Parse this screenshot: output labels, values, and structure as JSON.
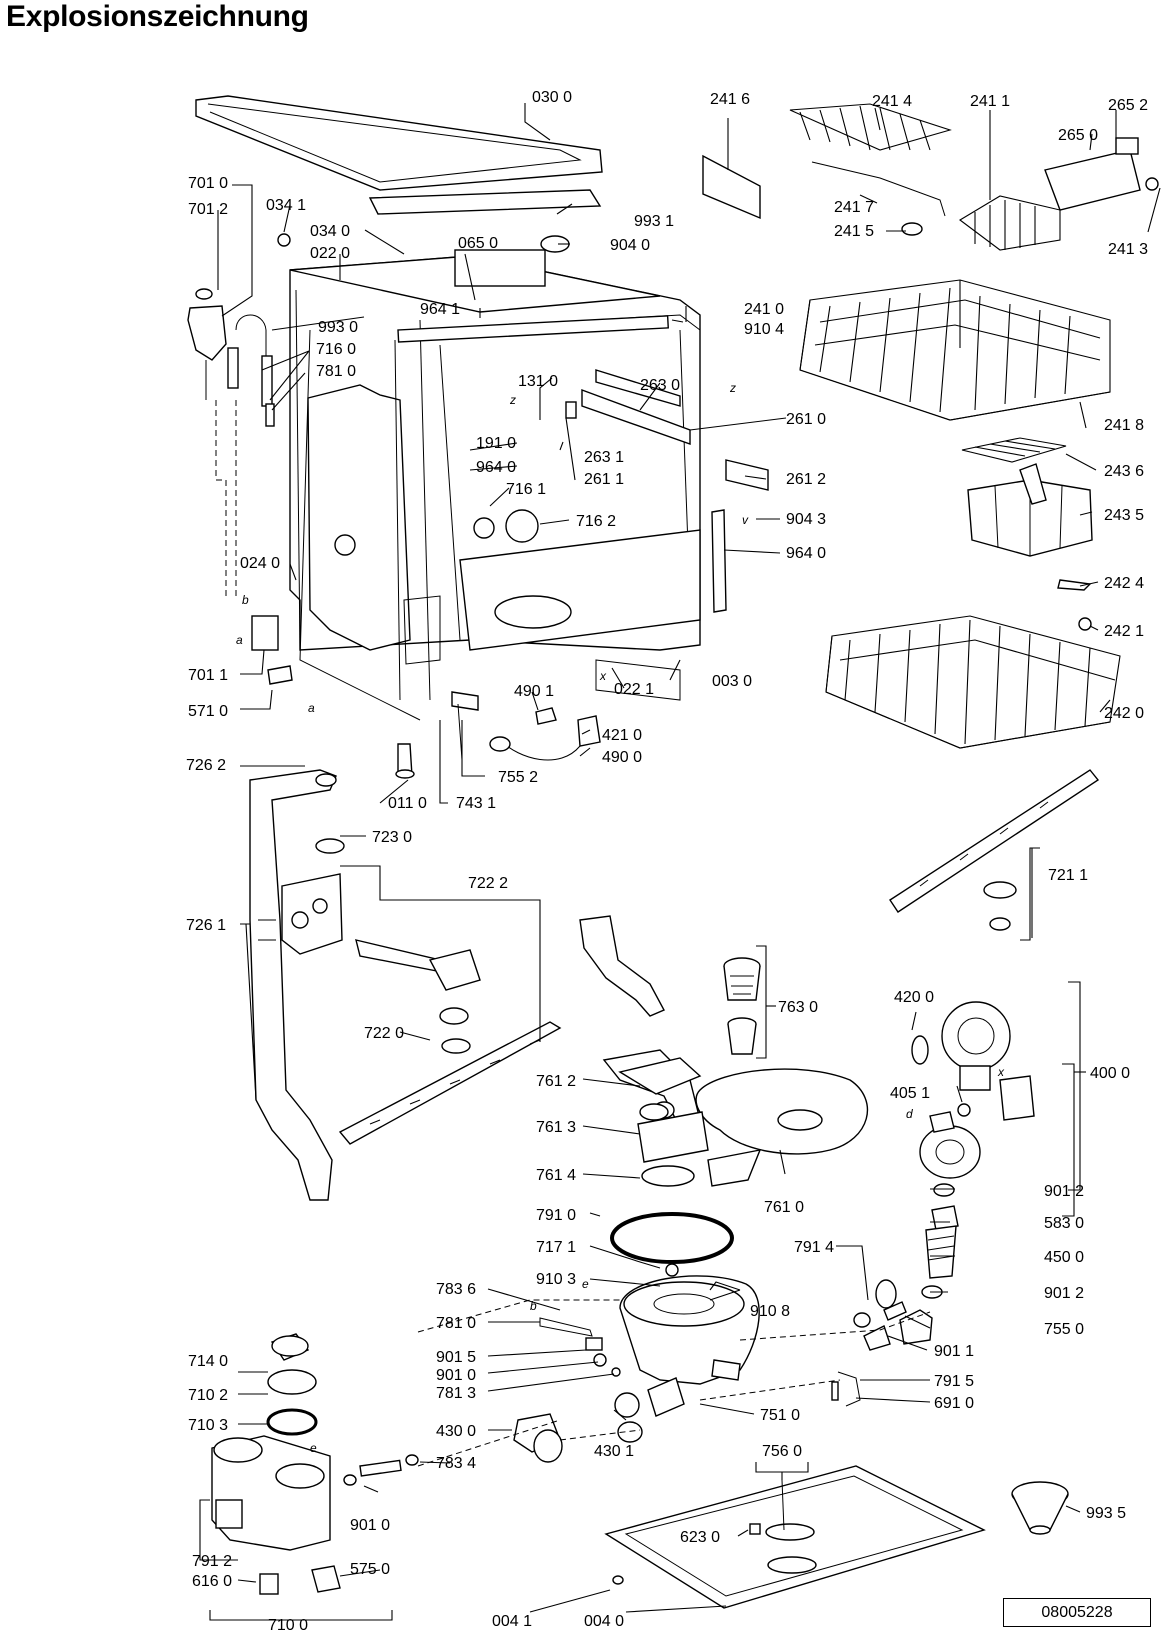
{
  "title": "Explosionszeichnung",
  "document_number": "08005228",
  "callouts": [
    {
      "id": "030",
      "text": "030 0"
    },
    {
      "id": "2416",
      "text": "241 6"
    },
    {
      "id": "2414",
      "text": "241 4"
    },
    {
      "id": "2411",
      "text": "241 1"
    },
    {
      "id": "2652",
      "text": "265 2"
    },
    {
      "id": "2650",
      "text": "265 0"
    },
    {
      "id": "7010",
      "text": "701 0"
    },
    {
      "id": "7012",
      "text": "701 2"
    },
    {
      "id": "0341",
      "text": "034 1"
    },
    {
      "id": "9931",
      "text": "993 1"
    },
    {
      "id": "2417",
      "text": "241 7"
    },
    {
      "id": "2415",
      "text": "241 5"
    },
    {
      "id": "2413",
      "text": "241 3"
    },
    {
      "id": "0340",
      "text": "034 0"
    },
    {
      "id": "0220",
      "text": "022 0"
    },
    {
      "id": "0650",
      "text": "065 0"
    },
    {
      "id": "9040",
      "text": "904 0"
    },
    {
      "id": "9641",
      "text": "964 1"
    },
    {
      "id": "2410",
      "text": "241 0"
    },
    {
      "id": "9104",
      "text": "910 4"
    },
    {
      "id": "9930",
      "text": "993 0"
    },
    {
      "id": "7160",
      "text": "716 0"
    },
    {
      "id": "7810",
      "text": "781 0"
    },
    {
      "id": "1310",
      "text": "131 0"
    },
    {
      "id": "2630",
      "text": "263 0"
    },
    {
      "id": "2610",
      "text": "261 0"
    },
    {
      "id": "2418",
      "text": "241 8"
    },
    {
      "id": "1910",
      "text": "191 0"
    },
    {
      "id": "9640a",
      "text": "964 0"
    },
    {
      "id": "2631",
      "text": "263 1"
    },
    {
      "id": "2611",
      "text": "261 1"
    },
    {
      "id": "2612",
      "text": "261 2"
    },
    {
      "id": "2436",
      "text": "243 6"
    },
    {
      "id": "7161",
      "text": "716 1"
    },
    {
      "id": "7162",
      "text": "716 2"
    },
    {
      "id": "9043",
      "text": "904 3"
    },
    {
      "id": "2435",
      "text": "243 5"
    },
    {
      "id": "9640b",
      "text": "964 0"
    },
    {
      "id": "0240",
      "text": "024 0"
    },
    {
      "id": "2424",
      "text": "242 4"
    },
    {
      "id": "2421",
      "text": "242 1"
    },
    {
      "id": "7011",
      "text": "701 1"
    },
    {
      "id": "0030",
      "text": "003 0"
    },
    {
      "id": "4901a",
      "text": "490 1"
    },
    {
      "id": "0221",
      "text": "022 1"
    },
    {
      "id": "5710",
      "text": "571 0"
    },
    {
      "id": "4210",
      "text": "421 0"
    },
    {
      "id": "4900",
      "text": "490 0"
    },
    {
      "id": "2420",
      "text": "242 0"
    },
    {
      "id": "7262",
      "text": "726 2"
    },
    {
      "id": "7552",
      "text": "755 2"
    },
    {
      "id": "0110",
      "text": "011 0"
    },
    {
      "id": "7431",
      "text": "743 1"
    },
    {
      "id": "7230",
      "text": "723 0"
    },
    {
      "id": "7222",
      "text": "722 2"
    },
    {
      "id": "7211",
      "text": "721 1"
    },
    {
      "id": "7261",
      "text": "726 1"
    },
    {
      "id": "7630",
      "text": "763 0"
    },
    {
      "id": "4200",
      "text": "420 0"
    },
    {
      "id": "7220",
      "text": "722 0"
    },
    {
      "id": "4000",
      "text": "400 0"
    },
    {
      "id": "7612",
      "text": "761 2"
    },
    {
      "id": "4051",
      "text": "405 1"
    },
    {
      "id": "7613",
      "text": "761 3"
    },
    {
      "id": "7614",
      "text": "761 4"
    },
    {
      "id": "7610",
      "text": "761 0"
    },
    {
      "id": "9012a",
      "text": "901 2"
    },
    {
      "id": "7910",
      "text": "791 0"
    },
    {
      "id": "5830",
      "text": "583 0"
    },
    {
      "id": "7171",
      "text": "717 1"
    },
    {
      "id": "7914",
      "text": "791 4"
    },
    {
      "id": "4500",
      "text": "450 0"
    },
    {
      "id": "9103",
      "text": "910 3"
    },
    {
      "id": "7836",
      "text": "783 6"
    },
    {
      "id": "9108",
      "text": "910 8"
    },
    {
      "id": "9012b",
      "text": "901 2"
    },
    {
      "id": "7810b",
      "text": "781 0"
    },
    {
      "id": "7550",
      "text": "755 0"
    },
    {
      "id": "7140",
      "text": "714 0"
    },
    {
      "id": "9015",
      "text": "901 5"
    },
    {
      "id": "9011",
      "text": "901 1"
    },
    {
      "id": "9010",
      "text": "901 0"
    },
    {
      "id": "7915",
      "text": "791 5"
    },
    {
      "id": "7102",
      "text": "710 2"
    },
    {
      "id": "7813",
      "text": "781 3"
    },
    {
      "id": "7510",
      "text": "751 0"
    },
    {
      "id": "6910",
      "text": "691 0"
    },
    {
      "id": "7103",
      "text": "710 3"
    },
    {
      "id": "4300",
      "text": "430 0"
    },
    {
      "id": "4301",
      "text": "430 1"
    },
    {
      "id": "7560",
      "text": "756 0"
    },
    {
      "id": "7834",
      "text": "783 4"
    },
    {
      "id": "9010b",
      "text": "901 0"
    },
    {
      "id": "9935",
      "text": "993 5"
    },
    {
      "id": "7912",
      "text": "791 2"
    },
    {
      "id": "6230",
      "text": "623 0"
    },
    {
      "id": "5750",
      "text": "575 0"
    },
    {
      "id": "6160",
      "text": "616 0"
    },
    {
      "id": "7100",
      "text": "710 0"
    },
    {
      "id": "0041",
      "text": "004 1"
    },
    {
      "id": "0040",
      "text": "004 0"
    }
  ],
  "markers": [
    "z",
    "z",
    "b",
    "a",
    "a",
    "x",
    "v",
    "d",
    "x",
    "b",
    "e",
    "e"
  ]
}
